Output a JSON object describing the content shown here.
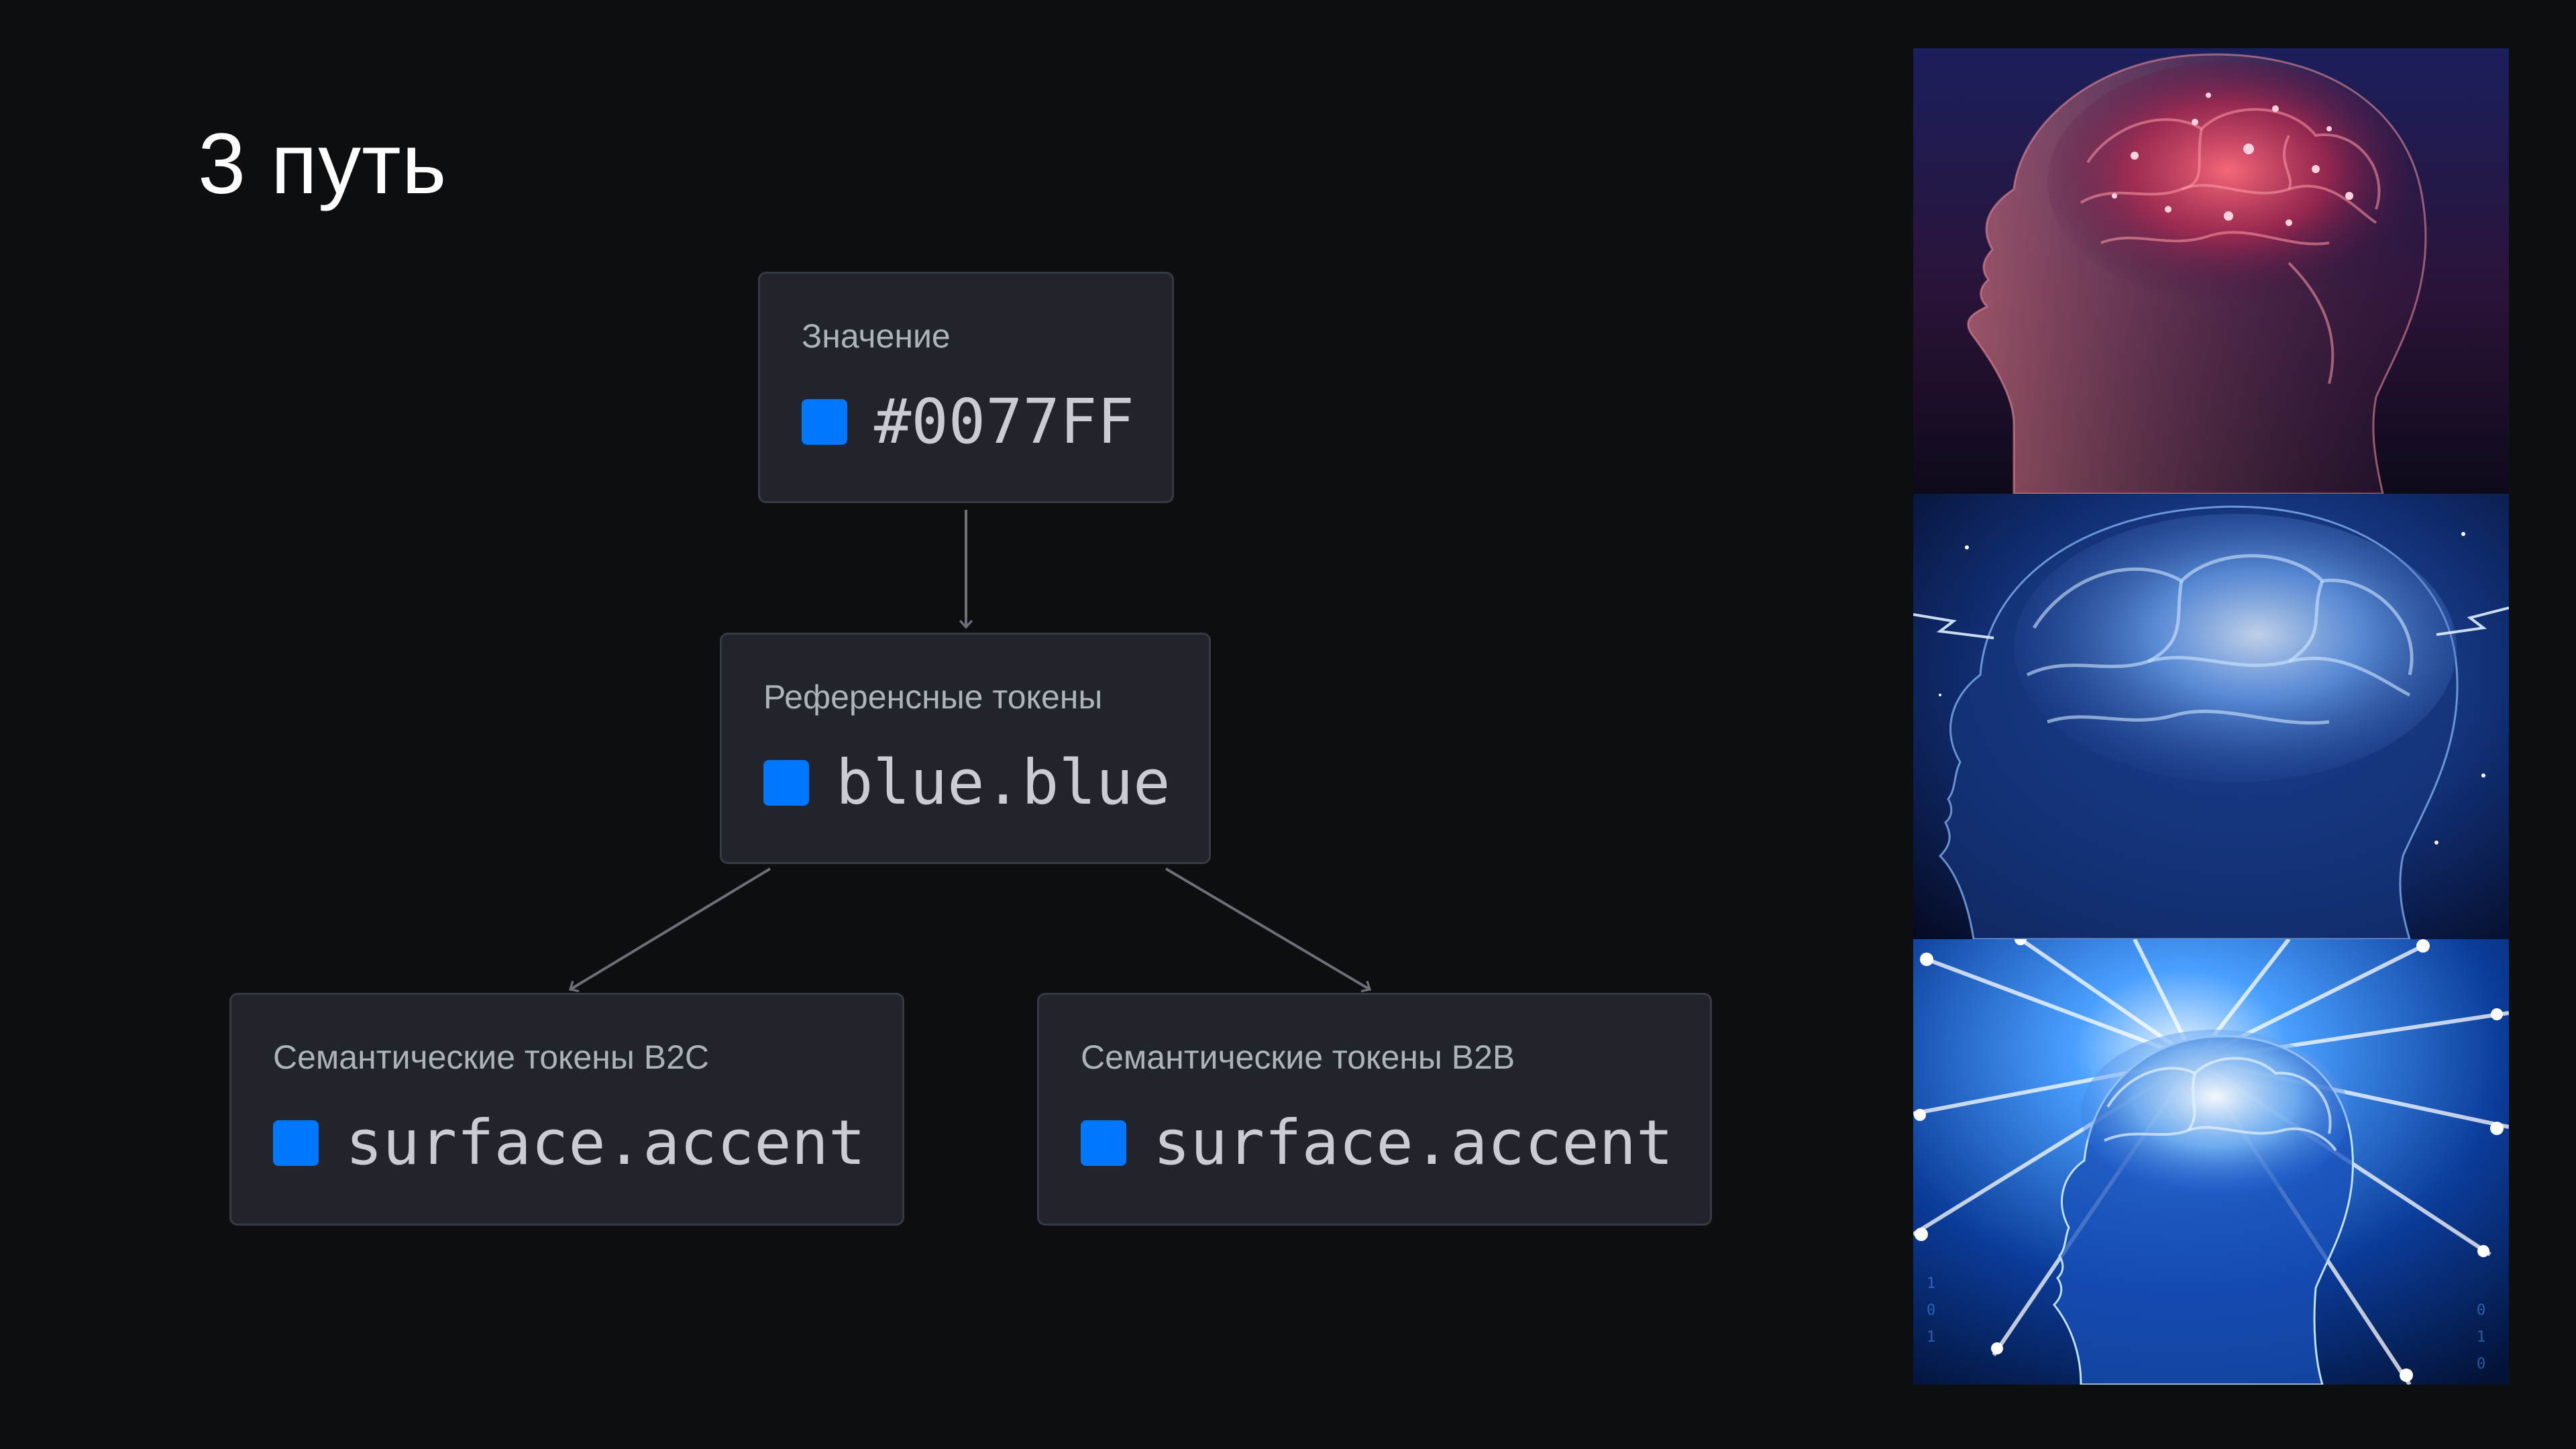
{
  "slide": {
    "title": "3 путь"
  },
  "diagram": {
    "nodes": [
      {
        "id": "value",
        "label": "Значение",
        "token": "#0077FF",
        "swatch_color": "#0077FF"
      },
      {
        "id": "reference",
        "label": "Референсные токены",
        "token": "blue.blue",
        "swatch_color": "#0077FF"
      },
      {
        "id": "semantic-b2c",
        "label": "Семантические токены B2C",
        "token": "surface.accent",
        "swatch_color": "#0077FF"
      },
      {
        "id": "semantic-b2b",
        "label": "Семантические токены B2B",
        "token": "surface.accent",
        "swatch_color": "#0077FF"
      }
    ],
    "edges": [
      {
        "from": "value",
        "to": "reference"
      },
      {
        "from": "reference",
        "to": "semantic-b2c"
      },
      {
        "from": "reference",
        "to": "semantic-b2b"
      }
    ]
  },
  "meme": {
    "panels": [
      {
        "name": "brain-meme-panel-1",
        "dominant_color": "#7a1f3a"
      },
      {
        "name": "brain-meme-panel-2",
        "dominant_color": "#1f4fa8"
      },
      {
        "name": "brain-meme-panel-3",
        "dominant_color": "#2a7cff"
      }
    ]
  },
  "colors": {
    "background": "#0d0e10",
    "card_background": "#21242a",
    "card_border": "#363a42",
    "accent": "#0077FF",
    "connector": "#6b6f77"
  }
}
